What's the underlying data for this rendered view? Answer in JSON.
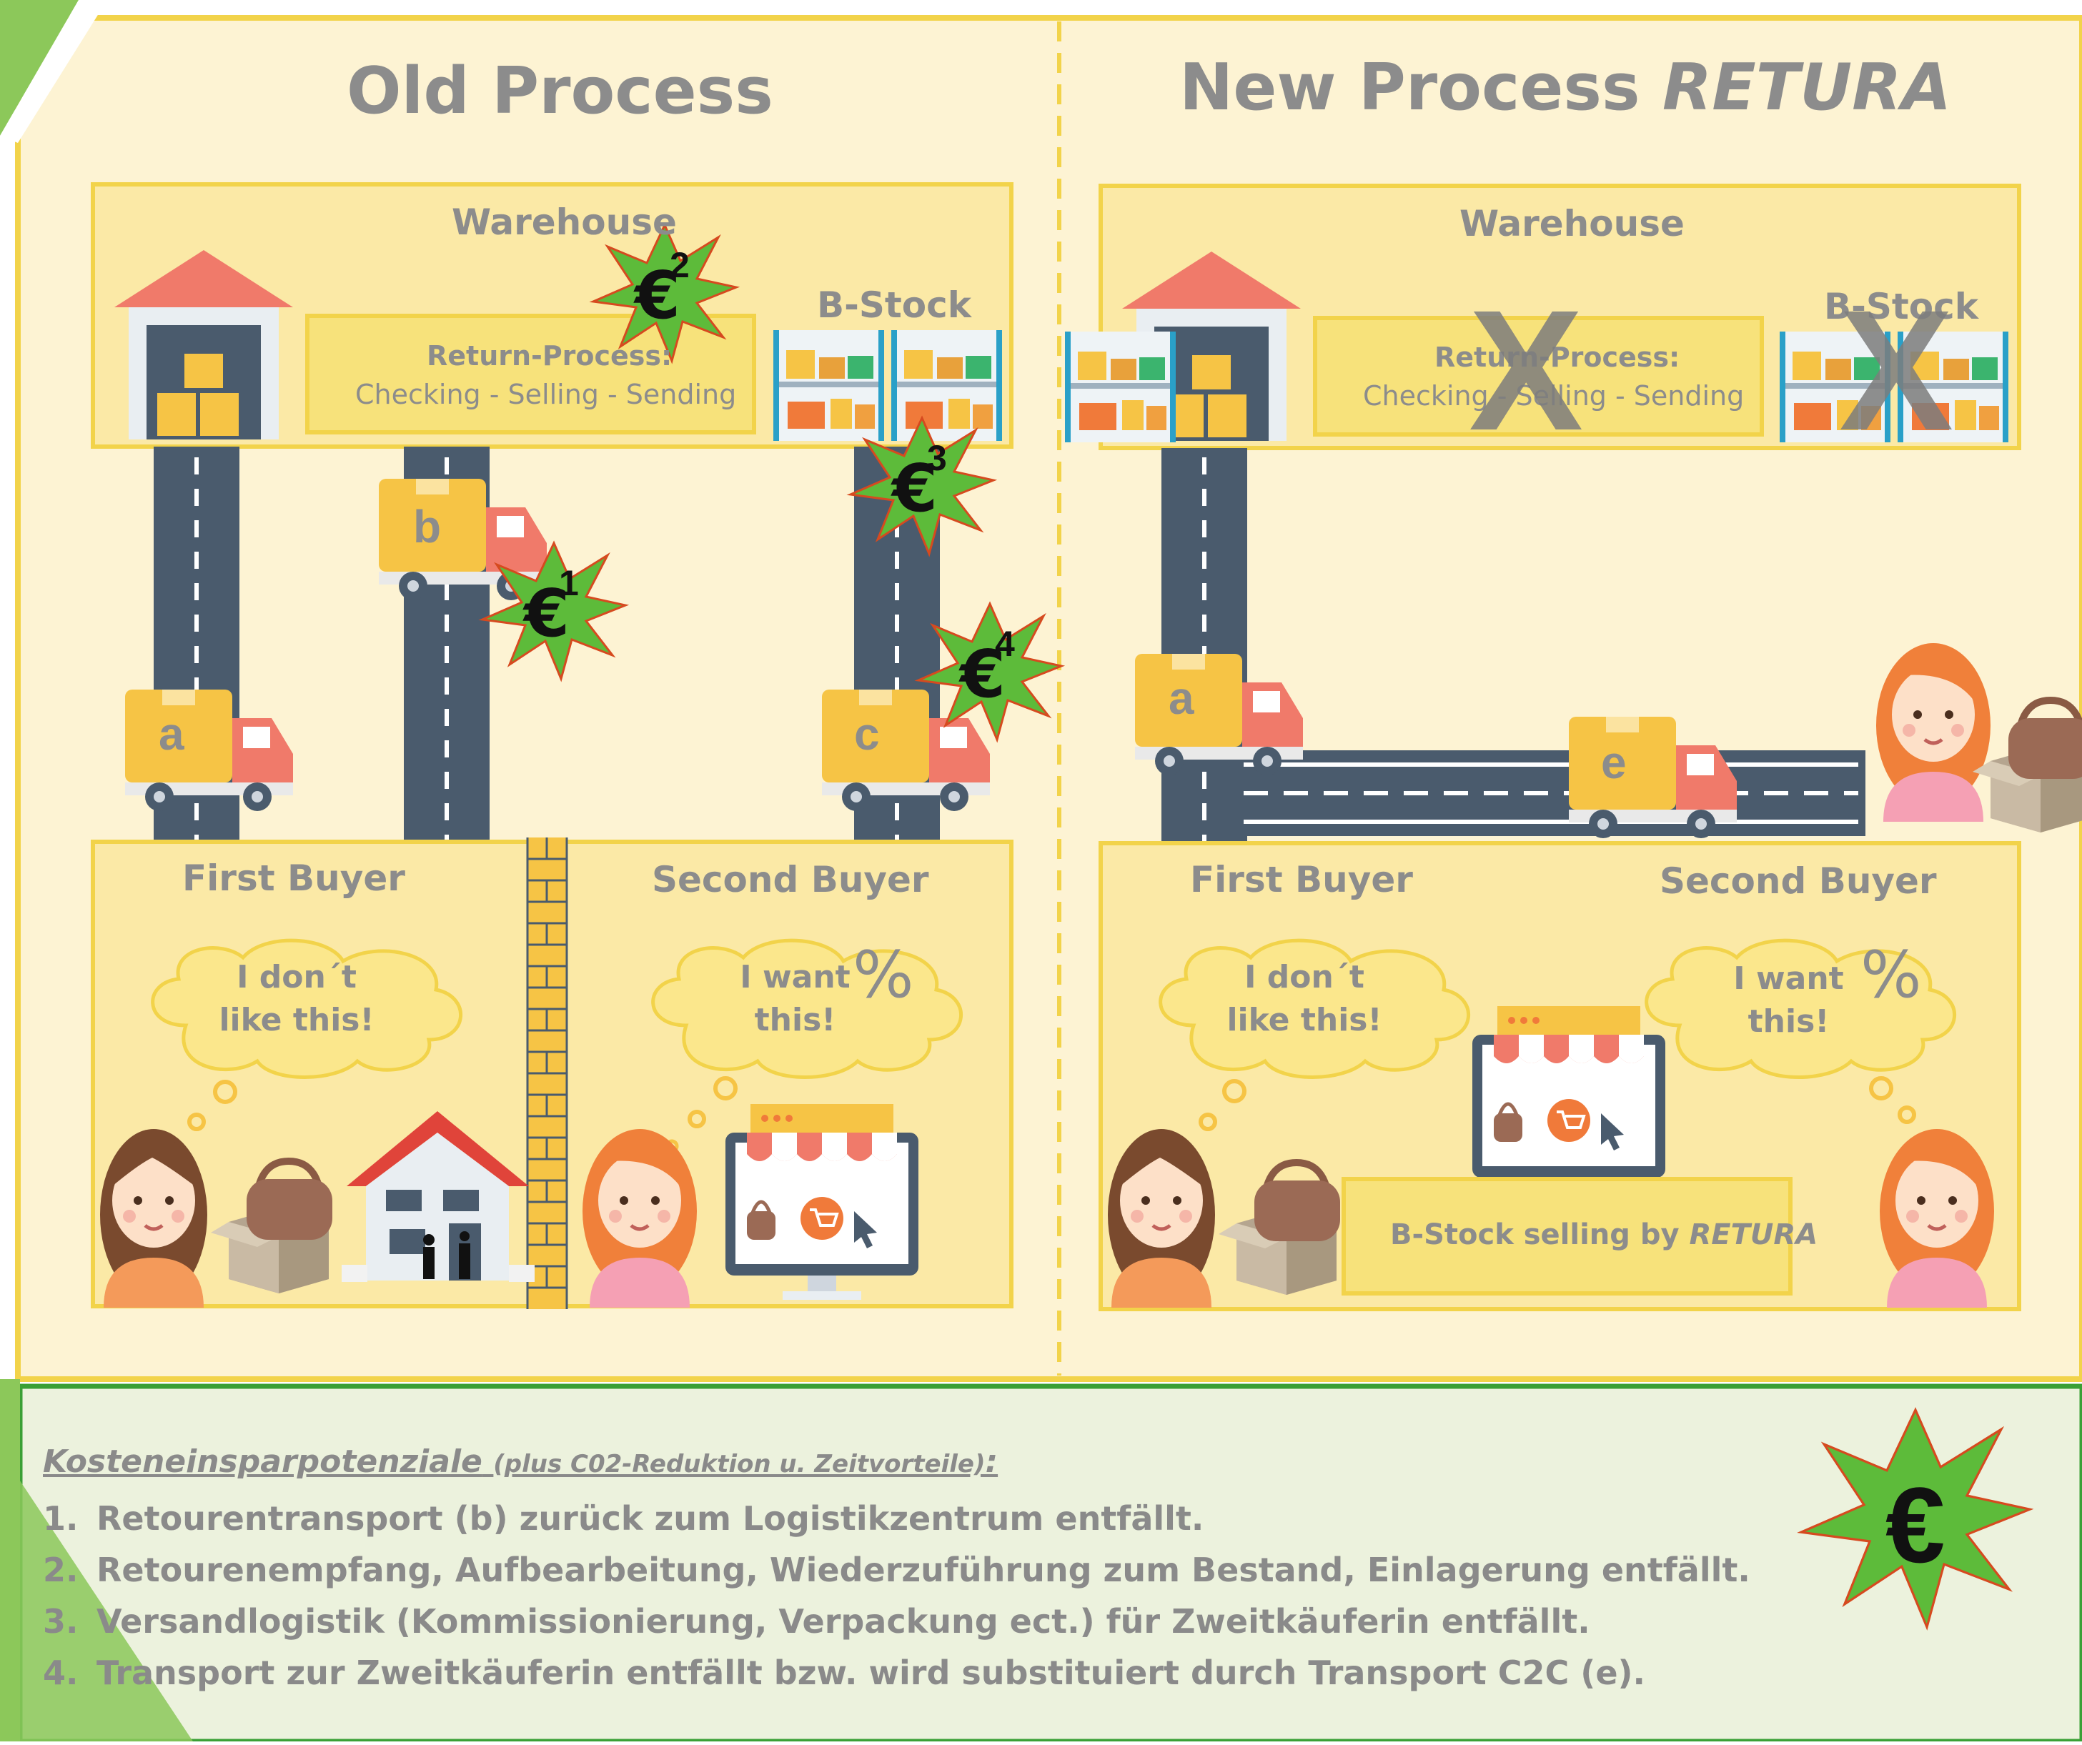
{
  "old_panel": {
    "title": "Old Process",
    "warehouse_label": "Warehouse",
    "return_process_title": "Return-Process:",
    "return_process_steps": "Checking - Selling - Sending",
    "bstock_label": "B-Stock",
    "first_buyer_label": "First Buyer",
    "second_buyer_label": "Second Buyer",
    "first_buyer_thought": "I don´t like this!",
    "second_buyer_thought": "I want this!",
    "percent_symbol": "%",
    "trucks": [
      "a",
      "b",
      "c"
    ],
    "cost_markers": [
      {
        "symbol": "€",
        "index": "1"
      },
      {
        "symbol": "€",
        "index": "2"
      },
      {
        "symbol": "€",
        "index": "3"
      },
      {
        "symbol": "€",
        "index": "4"
      }
    ]
  },
  "new_panel": {
    "title_prefix": "New Process",
    "title_brand": "RETURA",
    "warehouse_label": "Warehouse",
    "return_process_title": "Return-Process:",
    "return_process_steps": "Checking - Selling - Sending",
    "bstock_label": "B-Stock",
    "cross_mark": "X",
    "first_buyer_label": "First Buyer",
    "second_buyer_label": "Second Buyer",
    "first_buyer_thought": "I don´t like this!",
    "second_buyer_thought": "I want this!",
    "percent_symbol": "%",
    "trucks": [
      "a",
      "e"
    ],
    "bstock_selling_prefix": "B-Stock selling by",
    "bstock_selling_brand": "RETURA"
  },
  "savings": {
    "heading": "Kosteneinsparpotenziale",
    "heading_note": "(plus C02-Reduktion u. Zeitvorteile)",
    "heading_suffix": ":",
    "items": [
      {
        "num": "1.",
        "text": "Retourentransport (b) zurück zum Logistikzentrum entfällt."
      },
      {
        "num": "2.",
        "text": "Retourenempfang, Aufbearbeitung, Wiederzuführung zum Bestand, Einlagerung entfällt."
      },
      {
        "num": "3.",
        "text": "Versandlogistik (Kommissionierung, Verpackung ect.) für Zweitkäuferin entfällt."
      },
      {
        "num": "4.",
        "text": "Transport zur Zweitkäuferin entfällt bzw. wird substituiert durch Transport C2C (e)."
      }
    ],
    "badge_symbol": "€"
  },
  "colors": {
    "panel_bg": "#fdf3d3",
    "border_yellow": "#f2d34a",
    "inner_box": "#f7e27b",
    "road": "#4a5b6d",
    "truck_box": "#f6c445",
    "truck_cab": "#f07a6a",
    "euro_green": "#5dbb3a",
    "bottom_bg": "#ecf2dd",
    "bottom_border": "#3aa035",
    "text_grey": "#8c8c8c"
  }
}
